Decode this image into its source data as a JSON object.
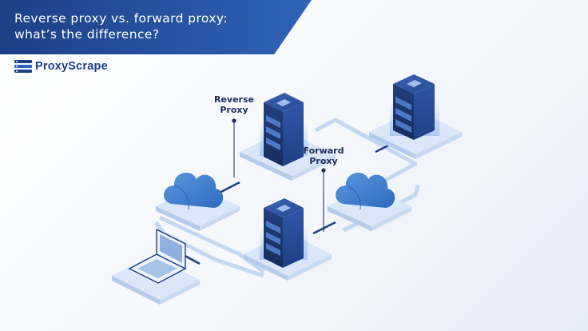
{
  "header": {
    "title": "Reverse proxy vs. forward proxy: what’s the difference?"
  },
  "brand": {
    "name": "ProxyScrape",
    "color": "#1d3f86"
  },
  "diagram": {
    "labels": {
      "reverse_proxy_line1": "Reverse",
      "reverse_proxy_line2": "Proxy",
      "forward_proxy_line1": "Forward",
      "forward_proxy_line2": "Proxy"
    },
    "nodes": [
      "laptop-client",
      "cloud-left",
      "server-reverse-proxy",
      "server-forward-proxy",
      "cloud-right",
      "server-origin"
    ],
    "colors": {
      "platform": "#d8e6f8",
      "server_dark": "#1e3d7e",
      "cloud": "#3e7cd0",
      "connector": "#bfd3ee"
    }
  }
}
